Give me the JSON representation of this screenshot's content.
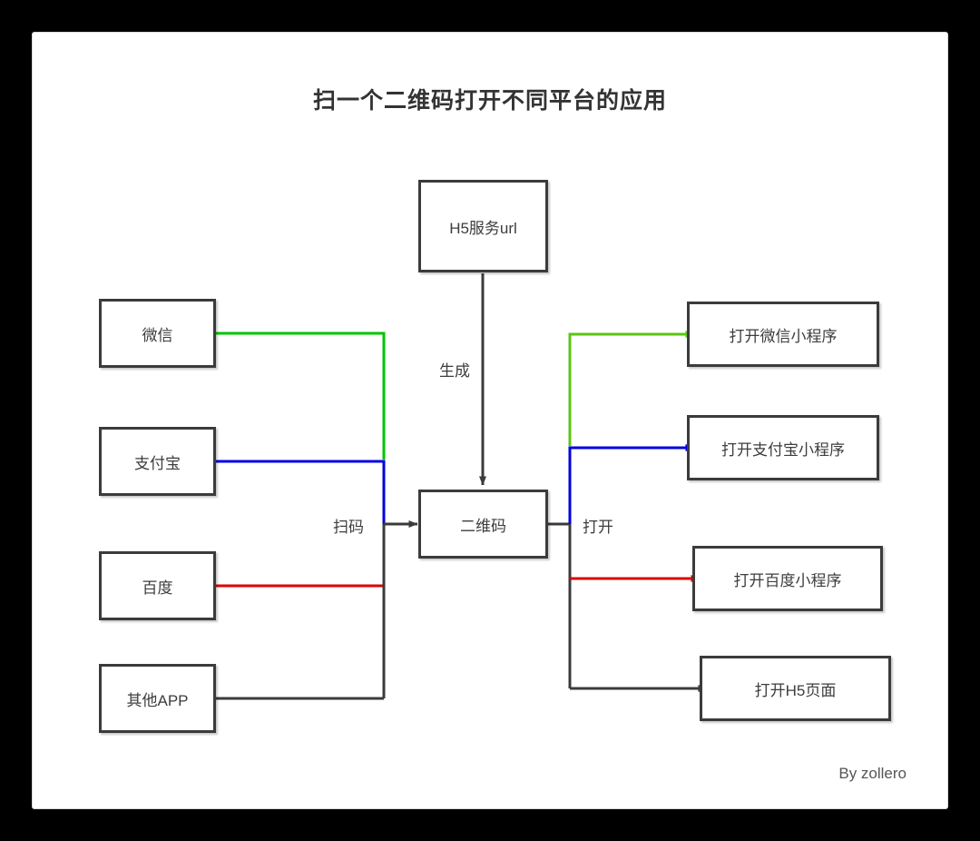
{
  "page": {
    "title": "扫一个二维码打开不同平台的应用",
    "footer": "By zollero",
    "background": "#000000",
    "card_background": "#ffffff"
  },
  "colors": {
    "node_border": "#3b3b3b",
    "text": "#3d3d3d",
    "wechat_green": "#00c400",
    "alipay_blue": "#0000dd",
    "baidu_red": "#dd0000",
    "default_black": "#3b3b3b",
    "miniprogram_green": "#5cc513"
  },
  "nodes": {
    "source": {
      "id": "h5-service-url",
      "label": "H5服务url"
    },
    "inputs": [
      {
        "id": "wechat",
        "label": "微信",
        "color": "#00c400"
      },
      {
        "id": "alipay",
        "label": "支付宝",
        "color": "#0000dd"
      },
      {
        "id": "baidu",
        "label": "百度",
        "color": "#dd0000"
      },
      {
        "id": "other-app",
        "label": "其他APP",
        "color": "#3b3b3b"
      }
    ],
    "center": {
      "id": "qr-code",
      "label": "二维码"
    },
    "outputs": [
      {
        "id": "open-wechat-miniprogram",
        "label": "打开微信小程序",
        "color": "#5cc513"
      },
      {
        "id": "open-alipay-miniprogram",
        "label": "打开支付宝小程序",
        "color": "#0000dd"
      },
      {
        "id": "open-baidu-miniprogram",
        "label": "打开百度小程序",
        "color": "#dd0000"
      },
      {
        "id": "open-h5-page",
        "label": "打开H5页面",
        "color": "#3b3b3b"
      }
    ]
  },
  "edge_labels": {
    "generate": "生成",
    "scan": "扫码",
    "open": "打开"
  }
}
